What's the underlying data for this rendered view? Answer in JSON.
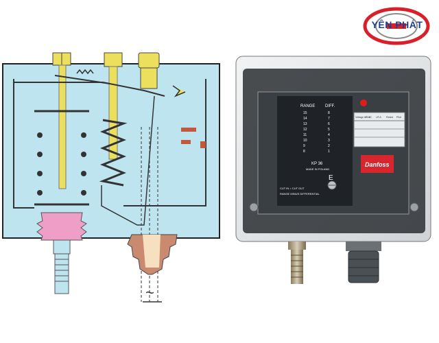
{
  "logo": {
    "brand_text": "YÊN PHÁT",
    "colors": {
      "ring": "#d8202a",
      "text": "#1d3f8f"
    }
  },
  "diagram": {
    "ac_symbol": "~",
    "colors": {
      "housing": "#bde4ef",
      "bellows": "#ef9fc7",
      "screws": "#ecdf5d",
      "cone": "#c98a70",
      "cable": "#f6e0c0",
      "line": "#333333"
    }
  },
  "photo": {
    "device_labels": {
      "range_title": "RANGE",
      "diff_title": "DIFF.",
      "range_numbers": [
        "15",
        "14",
        "13",
        "12",
        "11",
        "10",
        "9",
        "8"
      ],
      "diff_numbers": [
        "8",
        "7",
        "6",
        "5",
        "4",
        "3",
        "2",
        "1"
      ],
      "model": "KP 36",
      "made_in": "MADE IN POLAND",
      "cut_in_text": "CUT IN = CUT OUT",
      "cut_out_text": "RANGE MINUS DIFFERENTIAL",
      "earth_symbol": "E",
      "brand": "Danfoss",
      "table_headers": [
        "Voltage AC DC",
        "FL A",
        "LR A",
        "Resist",
        "Pilot"
      ]
    },
    "colors": {
      "cover": "#e6e8ea",
      "brand_plate": "#d7262e",
      "indicator": "#e51b1b"
    }
  }
}
